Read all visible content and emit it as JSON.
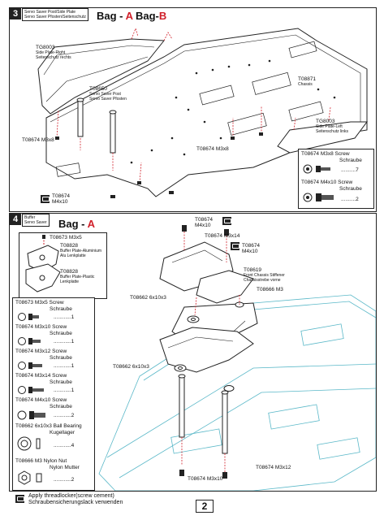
{
  "step3": {
    "number": "3",
    "subtitle_en": "Servo Saver Post/Side Plate",
    "subtitle_de": "Servo Saver Pfosten/Seitenschutz",
    "bag_a_prefix": "Bag -",
    "bag_a_letter": "A",
    "bag_b_prefix": "Bag-",
    "bag_b_letter": "B",
    "labels": {
      "tg8003_right": "TG8003",
      "tg8003_right_en": "Side Plate-Right",
      "tg8003_right_de": "Seitenschutz rechts",
      "t08650": "T08650",
      "t08650_en": "Servo Saver Post",
      "t08650_de": "Servo Saver Pfosten",
      "t08871": "T08871",
      "t08871_en": "Chassis",
      "tg8003_left": "TG8003",
      "tg8003_left_en": "Side Plate-Left",
      "tg8003_left_de": "Seitenschutz links",
      "screw_left": "T08674  M3x8",
      "screw_mid": "T08674  M3x8",
      "screw_bottom_code": "T08674",
      "screw_bottom_size": "M4x10"
    },
    "parts": [
      {
        "name": "T08674  M3x8 Screw",
        "name_de": "Schraube",
        "qty": "7"
      },
      {
        "name": "T08674  M4x10 Screw",
        "name_de": "Schraube",
        "qty": "2"
      }
    ]
  },
  "step4": {
    "number": "4",
    "subtitle_en": "Buffer",
    "subtitle_de": "Servo Saver",
    "bag_prefix": "Bag -",
    "bag_letter": "A",
    "inset": {
      "screw": "T08673 M3x5",
      "t08828a": "T08828",
      "t08828a_en": "Buffer Plate-Aluminium",
      "t08828a_de": "Alu Lenkplatte",
      "t08828b": "T08828",
      "t08828b_en": "Buffer Plate-Plastic",
      "t08828b_de": "Lenkplatte"
    },
    "labels": {
      "top_screw_code": "T08674",
      "top_screw_size": "M4x10",
      "m3x14": "T08674  M3x14",
      "right_screw_code": "T08674",
      "right_screw_size": "M4x10",
      "t08619": "T08619",
      "t08619_en": "Front Chassis Stiffener",
      "t08619_de": "Chassisstrebe vorne",
      "nut": "T08666  M3",
      "bearing_top": "T08662  6x10x3",
      "bearing_mid": "T08662 6x10x3",
      "m3x12": "T08674  M3x12",
      "m3x10": "T08674 M3x10"
    },
    "parts": [
      {
        "name": "T08673  M3x5 Screw",
        "name_de": "Schraube",
        "qty": "1"
      },
      {
        "name": "T08674  M3x10 Screw",
        "name_de": "Schraube",
        "qty": "1"
      },
      {
        "name": "T08674  M3x12 Screw",
        "name_de": "Schraube",
        "qty": "1"
      },
      {
        "name": "T08674  M3x14 Screw",
        "name_de": "Schraube",
        "qty": "1"
      },
      {
        "name": "T08674  M4x10 Screw",
        "name_de": "Schraube",
        "qty": "2"
      },
      {
        "name": "T08662  6x10x3 Ball Bearing",
        "name_de": "Kugellager",
        "qty": "4"
      },
      {
        "name": "T08666  M3 Nylon Nut",
        "name_de": "Nylon Mutter",
        "qty": "2"
      }
    ]
  },
  "footer": {
    "note_en": "Apply threadlocker(screw cement)",
    "note_de": "Schraubensicherungslack verwenden",
    "page": "2"
  },
  "colors": {
    "accent_red": "#d0202a",
    "chassis_cyan": "#5ab8c8"
  }
}
